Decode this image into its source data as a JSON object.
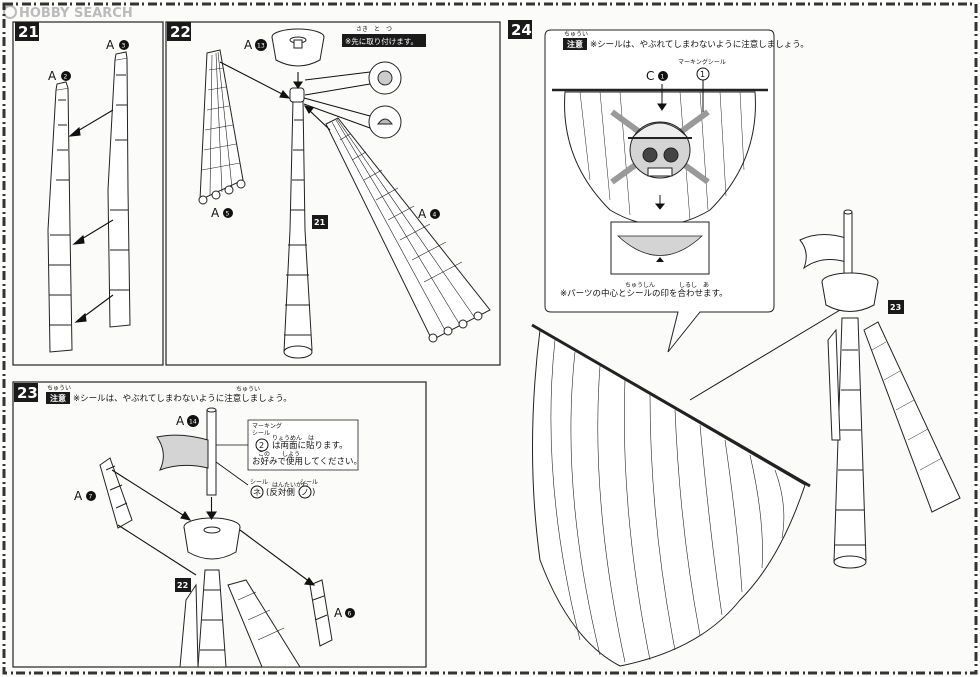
{
  "logo": {
    "text": "HOBBY SEARCH"
  },
  "steps": {
    "s21": {
      "number": "21",
      "part_a2": "A",
      "part_a2_num": "2",
      "part_a3": "A",
      "part_a3_num": "3"
    },
    "s22": {
      "number": "22",
      "part_a13": "A",
      "part_a13_num": "13",
      "part_a5": "A",
      "part_a5_num": "5",
      "part_a4": "A",
      "part_a4_num": "4",
      "ref_21": "21",
      "callout": "※先に取り付けます。",
      "callout_ruby": "さき　と　つ"
    },
    "s23": {
      "number": "23",
      "caution_label": "注意",
      "caution_ruby": "ちゅうい",
      "caution_text": "※シールは、やぶれてしまわないように注意しましょう。",
      "caution_text_ruby": "ちゅうい",
      "part_a14": "A",
      "part_a14_num": "14",
      "part_a7": "A",
      "part_a7_num": "7",
      "part_a6": "A",
      "part_a6_num": "6",
      "ref_22": "22",
      "box_header": "マーキング",
      "box_header2": "シール",
      "box_num": "2",
      "box_line1": "は両面に貼ります。",
      "box_line1_ruby": "りょうめん　は",
      "box_line2": "お好みで使用してください。",
      "box_line2_ruby": "この　　しよう",
      "seal_label1": "シール",
      "seal_label2": "シール",
      "seal_char1": "ネ",
      "seal_mid": "(反対側",
      "seal_mid_ruby": "はんたいがわ",
      "seal_char2": "ノ",
      "seal_close": ")"
    },
    "s24": {
      "number": "24",
      "caution_label": "注意",
      "caution_ruby": "ちゅうい",
      "caution_text": "※シールは、やぶれてしまわないように注意しましょう。",
      "marking_label": "マーキングシール",
      "marking_num": "1",
      "part_c1": "C",
      "part_c1_num": "1",
      "bottom_note": "※パーツの中心とシールの印を合わせます。",
      "bottom_note_ruby": "ちゅうしん　　　　しるし　あ",
      "ref_23": "23"
    }
  },
  "colors": {
    "ink": "#111111",
    "stepbg": "#1a1a1a",
    "paper": "#fbfbfa",
    "seal": "#d4d4d4"
  }
}
